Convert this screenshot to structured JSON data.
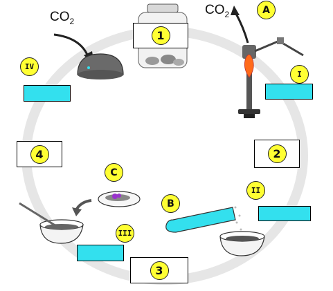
{
  "stages": [
    {
      "id": "1",
      "label": "1"
    },
    {
      "id": "2",
      "label": "2"
    },
    {
      "id": "3",
      "label": "3"
    },
    {
      "id": "4",
      "label": "4"
    }
  ],
  "steps": [
    {
      "id": "I",
      "label": "I"
    },
    {
      "id": "II",
      "label": "II"
    },
    {
      "id": "III",
      "label": "III"
    },
    {
      "id": "IV",
      "label": "IV"
    }
  ],
  "markers": {
    "a": "A",
    "b": "B",
    "c": "C"
  },
  "co2": {
    "left": "CO",
    "left_sub": "2",
    "right": "CO",
    "right_sub": "2"
  },
  "colors": {
    "label_fill": "#ffff33",
    "answer_box": "#33e0ee",
    "flame": "#ff6a1a",
    "test_tube_liquid": "#33e0ee",
    "crystals": "#9933cc"
  }
}
